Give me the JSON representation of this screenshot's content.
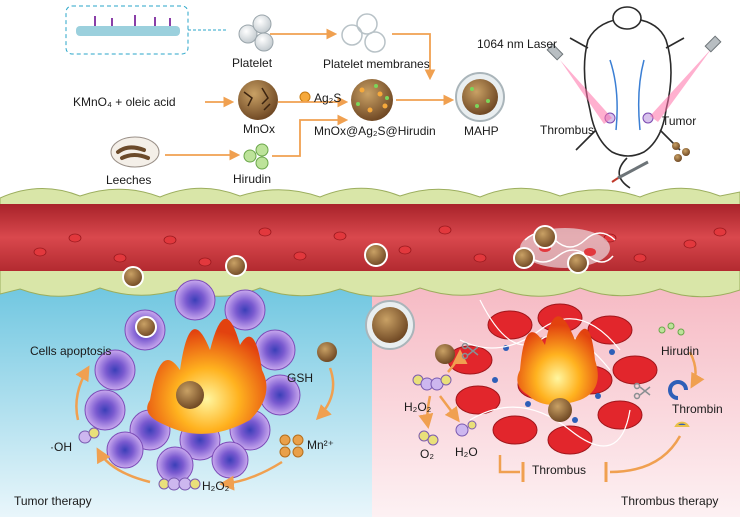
{
  "top": {
    "kmno4": "KMnO₄ + oleic acid",
    "leeches": "Leeches",
    "platelet": "Platelet",
    "platelet_membranes": "Platelet membranes",
    "mnox": "MnOx",
    "hirudin": "Hirudin",
    "ag2s": "Ag₂S",
    "mnox_composite": "MnOx@Ag₂S@Hirudin",
    "mahp": "MAHP",
    "laser": "1064 nm Laser",
    "thrombus": "Thrombus",
    "tumor": "Tumor"
  },
  "tumor_panel": {
    "cells_apoptosis": "Cells apoptosis",
    "gsh": "GSH",
    "mn": "Mn²⁺",
    "oh": "·OH",
    "h2o2": "H₂O₂",
    "title": "Tumor therapy"
  },
  "thrombus_panel": {
    "h2o2": "H₂O₂",
    "o2": "O₂",
    "h2o": "H₂O",
    "thrombus": "Thrombus",
    "hirudin": "Hirudin",
    "thrombin": "Thrombin",
    "title": "Thrombus therapy"
  },
  "colors": {
    "arrow": "#f0a050",
    "vessel": "#c43a3a",
    "tumor_bg": "#8fd3e6",
    "thrombus_bg": "#f7cfd6",
    "tumor_cell": "#9b6ad0",
    "rbc": "#d9262b"
  }
}
